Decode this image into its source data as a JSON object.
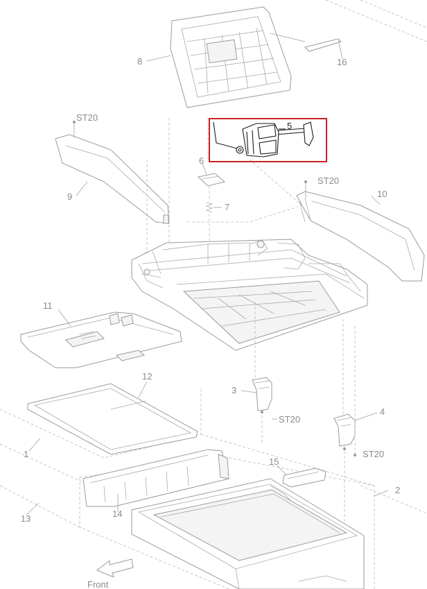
{
  "diagram": {
    "labels": {
      "p1": "1",
      "p2": "2",
      "p3": "3",
      "p4": "4",
      "p5": "5",
      "p6": "6",
      "p7": "7",
      "p8": "8",
      "p9": "9",
      "p10": "10",
      "p11": "11",
      "p12": "12",
      "p13": "13",
      "p14": "14",
      "p15": "15",
      "p16": "16",
      "st20_top": "ST20",
      "st20_right": "ST20",
      "st20_mid": "ST20",
      "st20_low": "ST20",
      "front": "Front"
    },
    "colors": {
      "highlight_box": "#cc1f1f",
      "line_art": "#9a9a9a",
      "label": "#8a8a8a"
    }
  }
}
